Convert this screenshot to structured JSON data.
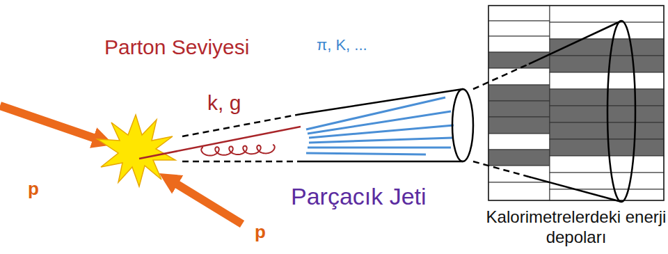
{
  "diagram": {
    "labels": [
      "Parton Seviyesi",
      "π, K, ...",
      "k, g",
      "p",
      "Parçacık Jeti",
      "p",
      "Kalorimetrelerdeki enerji depoları"
    ]
  }
}
